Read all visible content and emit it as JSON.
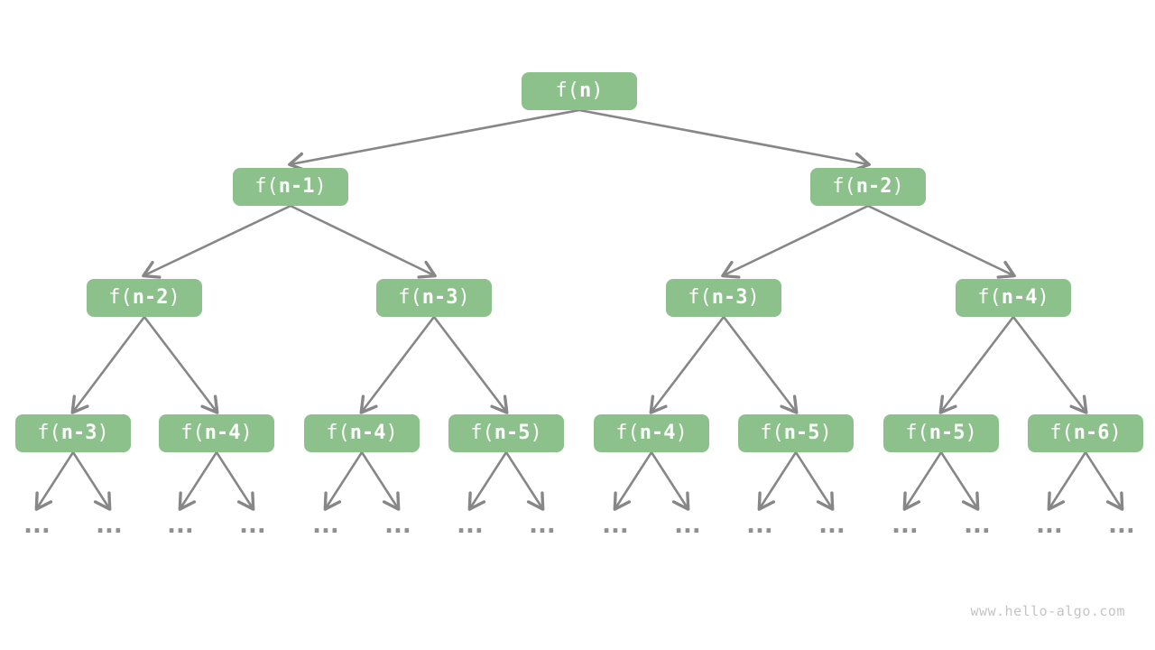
{
  "diagram": {
    "watermark": "www.hello-algo.com",
    "ellipsis": "...",
    "colors": {
      "background": "#ffffff",
      "node_bg": "#8cc18c",
      "node_text": "#ffffff",
      "arrow": "#878787",
      "ellipsis": "#8f8f8f",
      "watermark": "#c4c4c4"
    },
    "levels": [
      {
        "nodes": [
          {
            "prefix": "f(",
            "variable": "n",
            "suffix": ")"
          }
        ]
      },
      {
        "nodes": [
          {
            "prefix": "f(",
            "variable": "n-1",
            "suffix": ")"
          },
          {
            "prefix": "f(",
            "variable": "n-2",
            "suffix": ")"
          }
        ]
      },
      {
        "nodes": [
          {
            "prefix": "f(",
            "variable": "n-2",
            "suffix": ")"
          },
          {
            "prefix": "f(",
            "variable": "n-3",
            "suffix": ")"
          },
          {
            "prefix": "f(",
            "variable": "n-3",
            "suffix": ")"
          },
          {
            "prefix": "f(",
            "variable": "n-4",
            "suffix": ")"
          }
        ]
      },
      {
        "nodes": [
          {
            "prefix": "f(",
            "variable": "n-3",
            "suffix": ")"
          },
          {
            "prefix": "f(",
            "variable": "n-4",
            "suffix": ")"
          },
          {
            "prefix": "f(",
            "variable": "n-4",
            "suffix": ")"
          },
          {
            "prefix": "f(",
            "variable": "n-5",
            "suffix": ")"
          },
          {
            "prefix": "f(",
            "variable": "n-4",
            "suffix": ")"
          },
          {
            "prefix": "f(",
            "variable": "n-5",
            "suffix": ")"
          },
          {
            "prefix": "f(",
            "variable": "n-5",
            "suffix": ")"
          },
          {
            "prefix": "f(",
            "variable": "n-6",
            "suffix": ")"
          }
        ]
      }
    ]
  }
}
